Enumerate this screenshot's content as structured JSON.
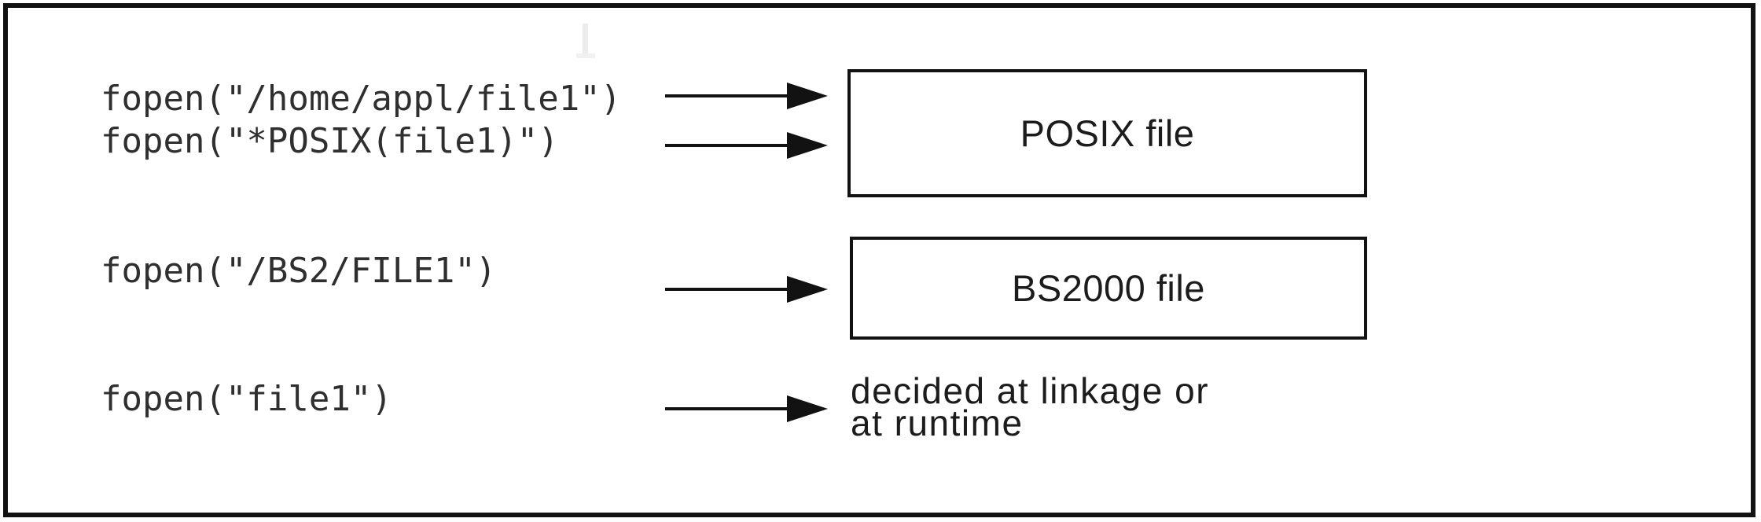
{
  "colors": {
    "ink": "#121212",
    "code_text": "#2f2f2f",
    "label_text": "#1c1c1c",
    "background": "#ffffff"
  },
  "rows": [
    {
      "code": "fopen(\"/home/appl/file1\")",
      "target": "POSIX file"
    },
    {
      "code": "fopen(\"*POSIX(file1)\")",
      "target": "POSIX file"
    },
    {
      "code": "fopen(\"/BS2/FILE1\")",
      "target": "BS2000 file"
    },
    {
      "code": "fopen(\"file1\")",
      "target": "decided at linkage or at runtime"
    }
  ],
  "boxes": [
    {
      "label": "POSIX file"
    },
    {
      "label": "BS2000 file"
    }
  ],
  "note": {
    "line1": "decided at linkage or",
    "line2": "at runtime"
  }
}
